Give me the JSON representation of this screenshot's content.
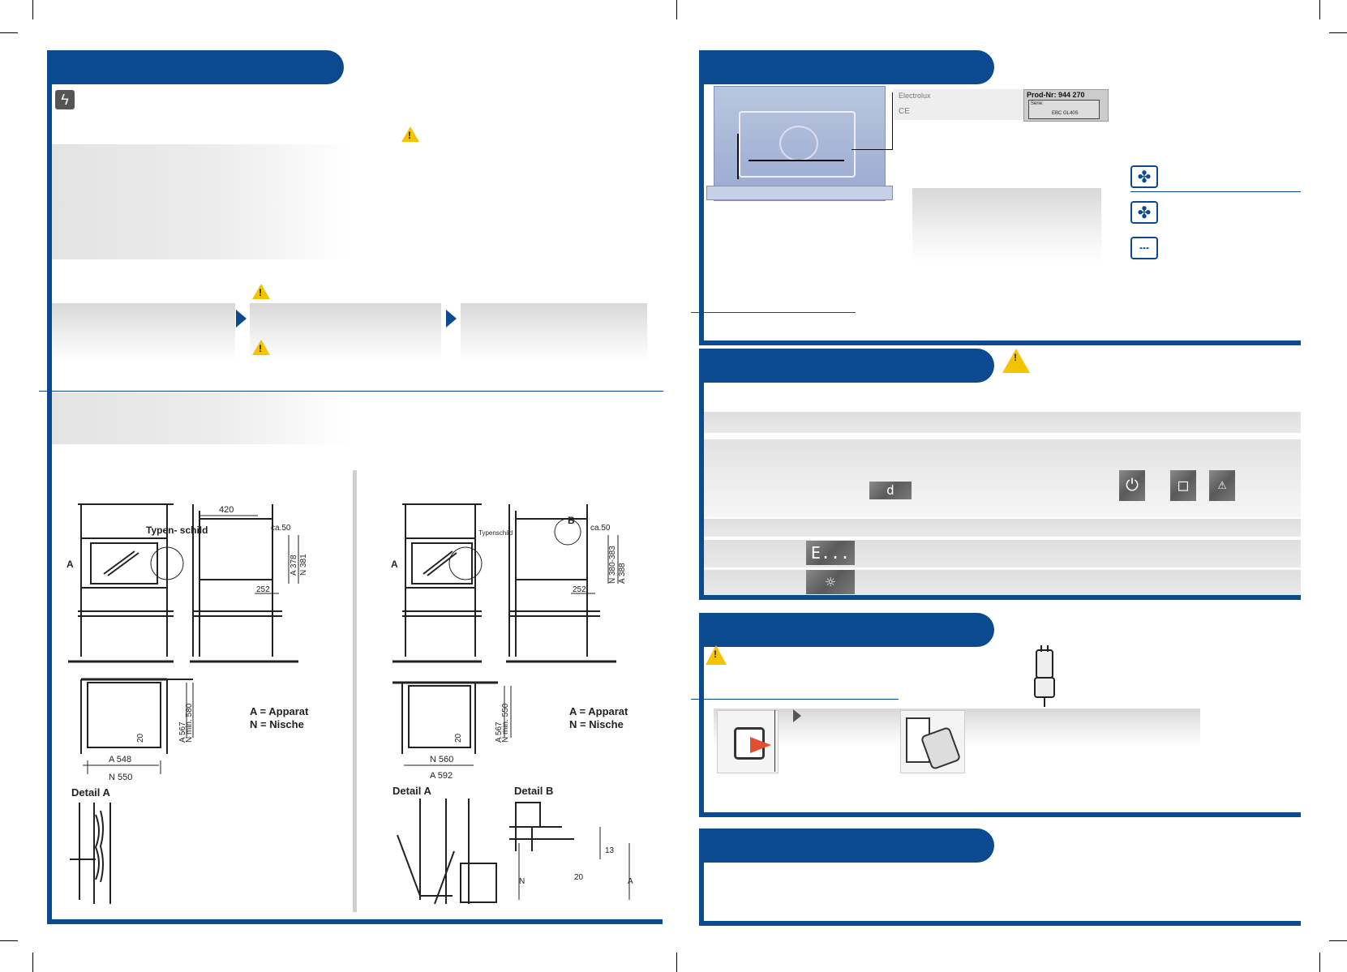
{
  "left": {
    "diagram_a": {
      "typenschild": "Typen-\nschild",
      "dim_420": "420",
      "dim_ca50": "ca.50",
      "dim_a378": "A 378",
      "dim_n381": "N 381",
      "dim_252": "252",
      "dim_a567": "A 567",
      "dim_nmin580": "N min. 580",
      "dim_20": "20",
      "dim_a548": "A 548",
      "dim_n550": "N 550",
      "marker_a": "A",
      "detail_a": "Detail A",
      "legend_a": "A = Apparat",
      "legend_n": "N = Nische"
    },
    "diagram_b": {
      "typenschild": "Typenschild",
      "marker_b": "B",
      "marker_a": "A",
      "dim_ca50": "ca.50",
      "dim_n380": "N 380-383",
      "dim_a388": "A 388",
      "dim_252": "252",
      "dim_a567": "A 567",
      "dim_nmin550": "N min. 550",
      "dim_20": "20",
      "dim_n560": "N 560",
      "dim_a592": "A 592",
      "detail_a": "Detail A",
      "detail_b": "Detail B",
      "dim_13": "13",
      "dim_20b": "20",
      "n": "N",
      "a": "A",
      "legend_a": "A = Apparat",
      "legend_n": "N = Nische"
    }
  },
  "right": {
    "rating_plate": {
      "brand": "Electrolux",
      "prod_nr": "Prod-Nr: 944 270",
      "serie": "Serie:",
      "model": "EBC GL40S",
      "ce": "CE"
    }
  },
  "displays": {
    "d": "d",
    "e": "E..."
  },
  "colors": {
    "primary": "#0b4a8f",
    "warning": "#f4c400"
  }
}
